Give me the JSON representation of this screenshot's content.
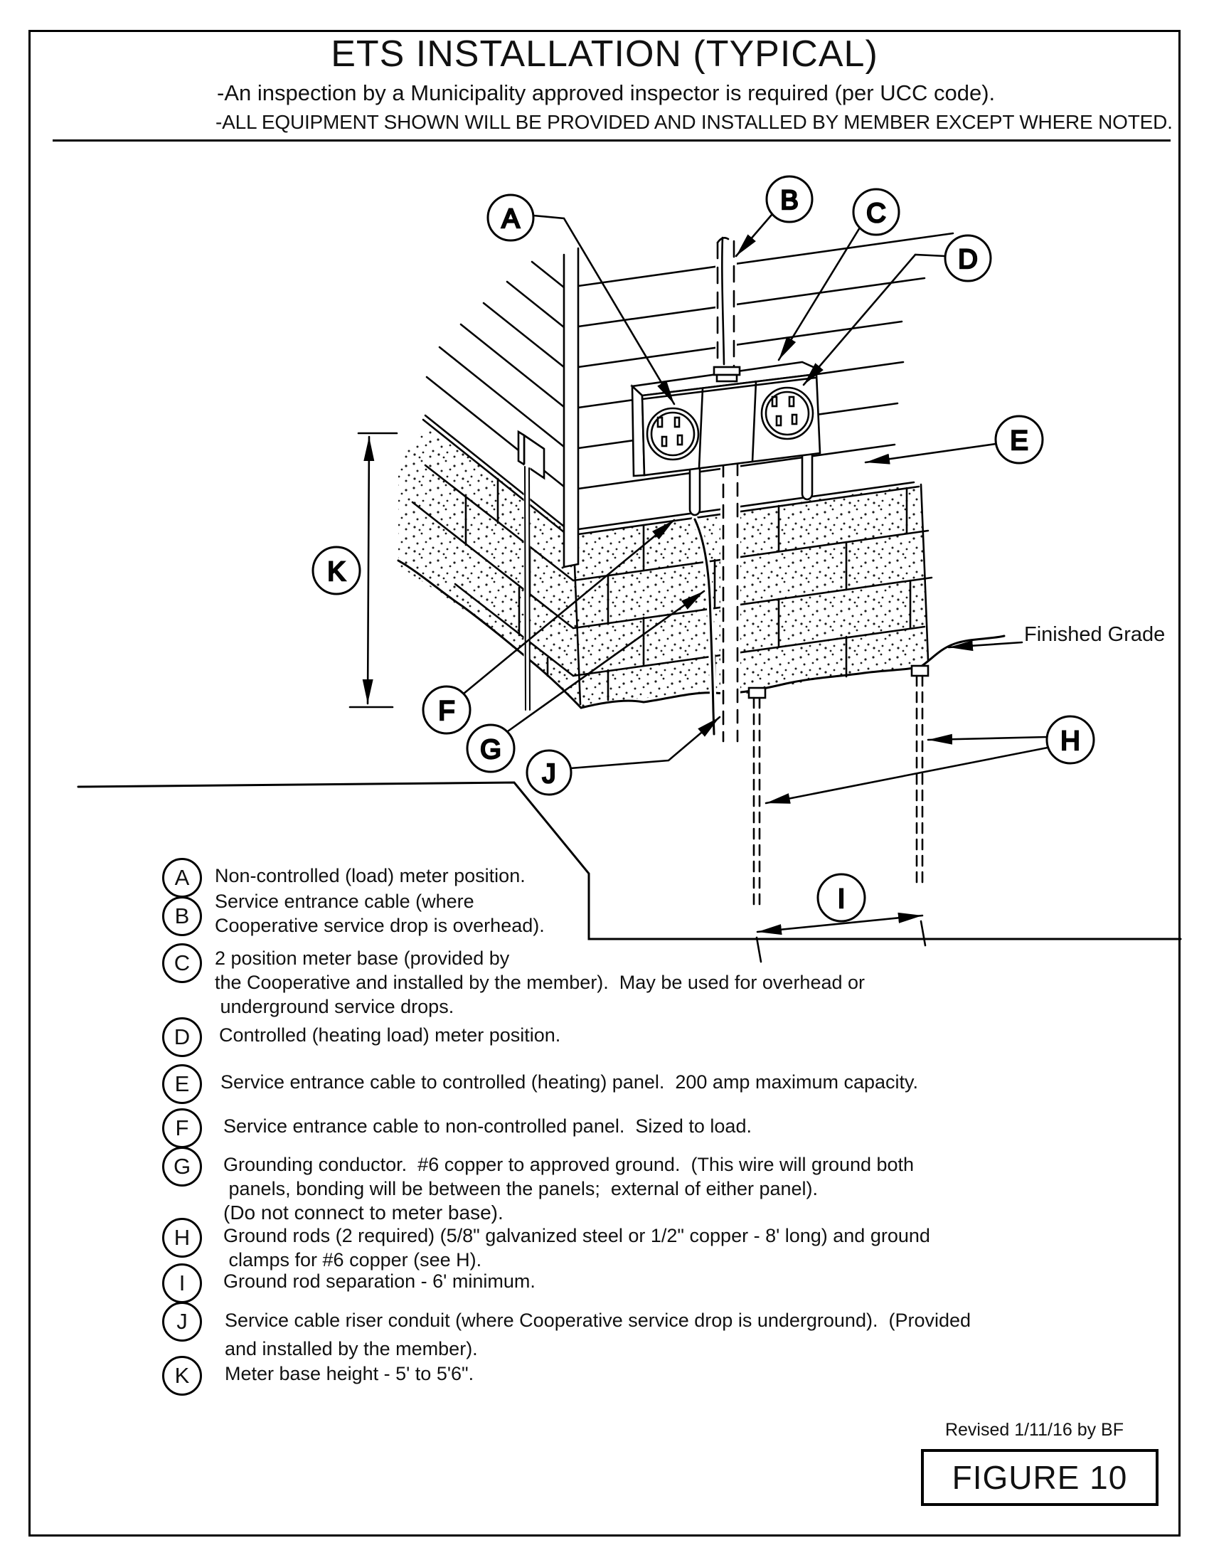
{
  "header": {
    "title": "ETS INSTALLATION (TYPICAL)",
    "note1": "-An inspection by a Municipality approved inspector is required (per UCC code).",
    "note2": "-ALL EQUIPMENT SHOWN WILL BE PROVIDED AND INSTALLED BY MEMBER EXCEPT WHERE NOTED."
  },
  "diagram": {
    "finished_grade_label": "Finished Grade",
    "callouts": {
      "A": "A",
      "B": "B",
      "C": "C",
      "D": "D",
      "E": "E",
      "F": "F",
      "G": "G",
      "H": "H",
      "I": "I",
      "J": "J",
      "K": "K"
    }
  },
  "legend": {
    "items": [
      {
        "letter": "A",
        "lines": [
          "Non-controlled (load) meter position."
        ]
      },
      {
        "letter": "B",
        "lines": [
          "Service entrance cable (where",
          "Cooperative service drop is overhead)."
        ]
      },
      {
        "letter": "C",
        "lines": [
          "2 position meter base (provided by",
          "the Cooperative and installed by the member).  May be used for overhead or",
          " underground service drops."
        ]
      },
      {
        "letter": "D",
        "lines": [
          "Controlled (heating load) meter position."
        ]
      },
      {
        "letter": "E",
        "lines": [
          "Service entrance cable to controlled (heating) panel.  200 amp maximum capacity."
        ]
      },
      {
        "letter": "F",
        "lines": [
          "Service entrance cable to non-controlled panel.  Sized to load."
        ]
      },
      {
        "letter": "G",
        "lines": [
          "Grounding conductor.  #6 copper to approved ground.  (This wire will ground both",
          " panels, bonding will be between the panels;  external of either panel).",
          "(Do not connect to meter base)."
        ]
      },
      {
        "letter": "H",
        "lines": [
          "Ground rods (2 required) (5/8\" galvanized steel or 1/2\" copper - 8' long) and ground",
          " clamps for #6 copper (see H)."
        ]
      },
      {
        "letter": "I",
        "lines": [
          "Ground rod separation - 6' minimum."
        ]
      },
      {
        "letter": "J",
        "lines": [
          "Service cable riser conduit (where Cooperative service drop is underground).  (Provided",
          "and installed by the member)."
        ]
      },
      {
        "letter": "K",
        "lines": [
          "Meter base height - 5' to 5'6\"."
        ]
      }
    ]
  },
  "footer": {
    "revised": "Revised 1/11/16 by BF",
    "figure_label": "FIGURE 10"
  }
}
